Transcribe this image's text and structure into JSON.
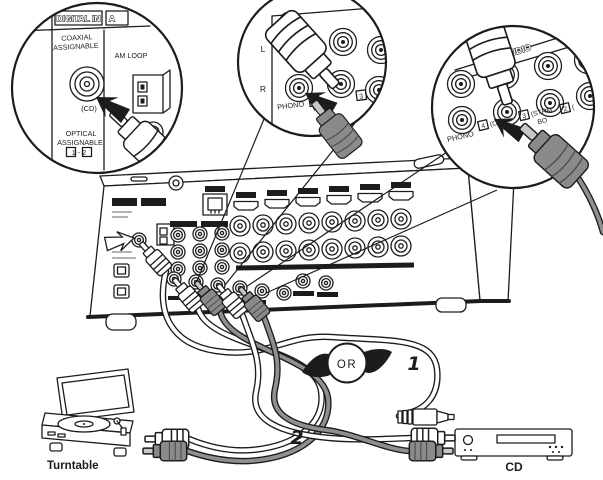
{
  "figure": {
    "type": "connection-diagram",
    "description": "AV receiver rear panel: connect Turntable (analog) and CD player (digital coax OR analog)"
  },
  "callouts": {
    "digital_in": {
      "header": "DIGITAL IN",
      "header_partial": "A",
      "coaxial_line1": "COAXIAL",
      "coaxial_line2": "ASSIGNABLE",
      "am_loop": "AM LOOP",
      "cd_jack": "(CD)",
      "optical_line1": "OPTICAL",
      "optical_line2": "ASSIGNABLE",
      "optical_ports": "1 - 2"
    },
    "phono_lr": {
      "left": "L",
      "right": "R",
      "phono": "PHONO",
      "port4": "4",
      "port3": "3"
    },
    "audio_in": {
      "header": "AUDIO",
      "right_ch": "R",
      "phono": "PHONO",
      "port4_num": "4",
      "port4_name": "(CD/",
      "port3_num": "3",
      "port3_name": "(STRM",
      "port3_name2": "BO",
      "port2_num": "2",
      "port2_name": "("
    }
  },
  "connections": {
    "or_badge": "OR",
    "option_digital": "1",
    "option_analog": "2"
  },
  "devices": {
    "turntable": "Turntable",
    "cd_player": "CD"
  },
  "colors": {
    "ink": "#1c1c1c",
    "cable_gray": "#8f8f8f",
    "plug_gray": "#8a8a8a",
    "paper": "#ffffff"
  }
}
